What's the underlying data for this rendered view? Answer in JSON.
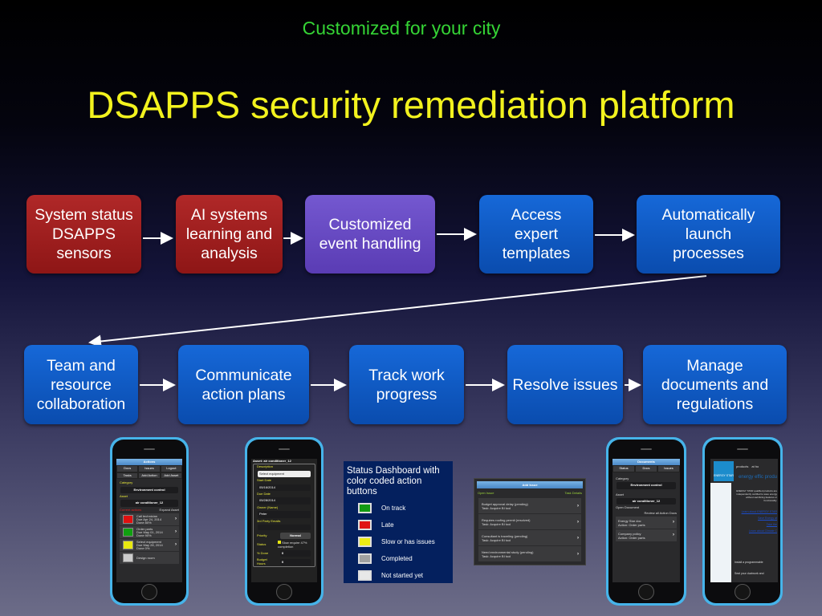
{
  "subtitle": "Customized for your city",
  "title": "DSAPPS security remediation platform",
  "flow_row1": [
    {
      "label": "System status DSAPPS sensors",
      "color": "#a11e1e"
    },
    {
      "label": "AI systems learning and analysis",
      "color": "#a11e1e"
    },
    {
      "label": "Customized event handling",
      "color": "#6a4fc4"
    },
    {
      "label": "Access expert templates",
      "color": "#0e5ac4"
    },
    {
      "label": "Automatically launch processes",
      "color": "#0e5ac4"
    }
  ],
  "flow_row2": [
    {
      "label": "Team and resource collaboration"
    },
    {
      "label": "Communicate action plans"
    },
    {
      "label": "Track work progress"
    },
    {
      "label": "Resolve issues"
    },
    {
      "label": "Manage documents and regulations"
    }
  ],
  "phone_actions": {
    "header": "Actions",
    "tabs": [
      "Docs",
      "Issues",
      "Logout",
      "Tasks",
      "Add Action",
      "Add Asset"
    ],
    "category_label": "Category",
    "category_value": "Environment control",
    "asset_label": "Asset",
    "asset_value": "air conditioner_12",
    "section": "Current actions",
    "expand": "Expand Asset",
    "items": [
      {
        "title": "Call technician",
        "due": "Due Apr 24, 2014",
        "done": "Done 80%",
        "color": "#e01010"
      },
      {
        "title": "Order parts",
        "due": "Due May 01, 2014",
        "done": "Done 90%",
        "color": "#10a010"
      },
      {
        "title": "Select equipment",
        "due": "Due May 28, 2014",
        "done": "Done 0%",
        "color": "#e8e810"
      },
      {
        "title": "Design room",
        "due": "",
        "done": "",
        "color": "#cccccc"
      }
    ]
  },
  "phone_asset": {
    "header": "Asset: air conditioner_12",
    "fields": [
      {
        "label": "Description",
        "value": "Select equipment"
      },
      {
        "label": "Start Date",
        "value": "05/16/2014"
      },
      {
        "label": "Due Date",
        "value": "05/28/2014"
      },
      {
        "label": "Owner (Name)",
        "value": "Peter"
      },
      {
        "label": "3rd Party Emails",
        "value": ""
      }
    ],
    "priority_label": "Priority",
    "priority_value": "Normal",
    "status_label": "Status",
    "status_value": "Slow require 47% completion",
    "done_label": "% Done",
    "done_value": "0",
    "budget_label": "Budget Hours",
    "budget_value": "0"
  },
  "dashboard": {
    "title": "Status Dashboard with color coded action buttons",
    "legend": [
      {
        "label": "On track",
        "color": "#129a12"
      },
      {
        "label": "Late",
        "color": "#e01414"
      },
      {
        "label": "Slow or has issues",
        "color": "#ecec14"
      },
      {
        "label": "Completed",
        "color": "#a0a0a0"
      },
      {
        "label": "Not started yet",
        "color": "#e8e8e8"
      }
    ]
  },
  "issues": {
    "header": "Add Issue",
    "left": "Open Issue",
    "right": "Task Details",
    "items": [
      {
        "title": "Budget approval delay (pending)",
        "task": "Task: Acquire BI tool"
      },
      {
        "title": "Requires roofing permit (resolved)",
        "task": "Task: Acquire BI tool"
      },
      {
        "title": "Consultant is traveling (pending)",
        "task": "Task: Acquire BI tool"
      },
      {
        "title": "Need environmental study (pending)",
        "task": "Task: Acquire BI tool"
      }
    ]
  },
  "phone_docs": {
    "header": "Documents",
    "tabs": [
      "Status",
      "Docs",
      "Issues"
    ],
    "category_label": "Category",
    "category_value": "Environment control",
    "asset_label": "Asset",
    "asset_value": "air conditioner_12",
    "open": "Open Document",
    "review": "Review all Action Docs",
    "items": [
      {
        "title": "Energy Star doc",
        "task": "Action: Order parts"
      },
      {
        "title": "Company policy",
        "task": "Action: Order parts"
      }
    ]
  },
  "phone_web": {
    "logo": "ENERGY STAR",
    "tab1": "products",
    "tab2": "at ho",
    "heading": "energy effic produ",
    "body": "ENERGY STAR qualified products are independently certified to save energy without sacrificing features or functionality.",
    "links": [
      "Learn about ENERGY STAR",
      "Save Energy at",
      "Take the",
      "Learn about Climate C"
    ],
    "footer": "Install a programmable",
    "footer2": "Seal your ductwork and"
  }
}
